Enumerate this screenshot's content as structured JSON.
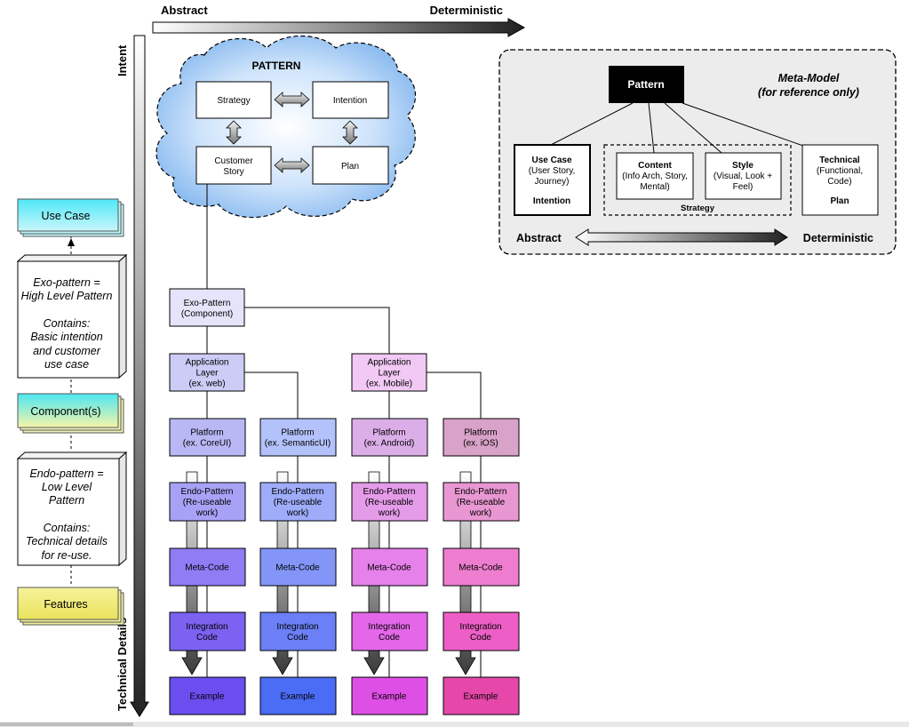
{
  "top_axis": {
    "left": "Abstract",
    "right": "Deterministic"
  },
  "vertical_axis": {
    "top": "Intent",
    "bottom": "Technical Details"
  },
  "pattern_cloud": {
    "title": "PATTERN",
    "strategy": "Strategy",
    "intention": "Intention",
    "customer_story": [
      "Customer",
      "Story"
    ],
    "plan": "Plan"
  },
  "left_legend": {
    "use_case": "Use Case",
    "exo_text": [
      "Exo-pattern =",
      "High Level Pattern",
      "",
      "Contains:",
      "Basic intention",
      "and customer",
      "use case"
    ],
    "component": "Component(s)",
    "endo_text": [
      "Endo-pattern =",
      "Low Level",
      "Pattern",
      "",
      "Contains:",
      "Technical details",
      "for re-use."
    ],
    "features": "Features"
  },
  "exo_pattern": [
    "Exo-Pattern",
    "(Component)"
  ],
  "app_layers": [
    [
      "Application",
      "Layer",
      "(ex. web)"
    ],
    [
      "Application",
      "Layer",
      "(ex. Mobile)"
    ]
  ],
  "columns": [
    {
      "platform": [
        "Platform",
        "(ex. CoreUI)"
      ],
      "endo": [
        "Endo-Pattern",
        "(Re-useable",
        "work)"
      ],
      "meta": "Meta-Code",
      "integration": [
        "Integration",
        "Code"
      ],
      "example": "Example"
    },
    {
      "platform": [
        "Platform",
        "(ex. SemanticUI)"
      ],
      "endo": [
        "Endo-Pattern",
        "(Re-useable",
        "work)"
      ],
      "meta": "Meta-Code",
      "integration": [
        "Integration",
        "Code"
      ],
      "example": "Example"
    },
    {
      "platform": [
        "Platform",
        "(ex. Android)"
      ],
      "endo": [
        "Endo-Pattern",
        "(Re-useable",
        "work)"
      ],
      "meta": "Meta-Code",
      "integration": [
        "Integration",
        "Code"
      ],
      "example": "Example"
    },
    {
      "platform": [
        "Platform",
        "(ex. iOS)"
      ],
      "endo": [
        "Endo-Pattern",
        "(Re-useable",
        "work)"
      ],
      "meta": "Meta-Code",
      "integration": [
        "Integration",
        "Code"
      ],
      "example": "Example"
    }
  ],
  "meta_model": {
    "title": [
      "Meta-Model",
      "(for reference only)"
    ],
    "pattern": "Pattern",
    "use_case": {
      "title": "Use Case",
      "sub": [
        "(User Story,",
        "Journey)"
      ],
      "label": "Intention"
    },
    "content": {
      "title": "Content",
      "sub": [
        "(Info Arch, Story,",
        "Mental)"
      ]
    },
    "style": {
      "title": "Style",
      "sub": [
        "(Visual, Look +",
        "Feel)"
      ]
    },
    "strategy_label": "Strategy",
    "technical": {
      "title": "Technical",
      "sub": [
        "(Functional,",
        "Code)"
      ],
      "label": "Plan"
    },
    "axis_left": "Abstract",
    "axis_right": "Deterministic"
  },
  "colors": {
    "col_blue": [
      "#b9b8f5",
      "#a8a2f6",
      "#907cf4",
      "#7b62f0",
      "#6a4ef0"
    ],
    "col_blue2": [
      "#b4c2fb",
      "#9eacfa",
      "#8396f8",
      "#6b7ff6",
      "#4b6cf5"
    ],
    "col_pink": [
      "#dcaee8",
      "#e49be8",
      "#e680ea",
      "#e367e8",
      "#de4fe6"
    ],
    "col_rose": [
      "#d9a2c8",
      "#e897d2",
      "#ee7dcf",
      "#ed5fc6",
      "#e648aa"
    ]
  }
}
